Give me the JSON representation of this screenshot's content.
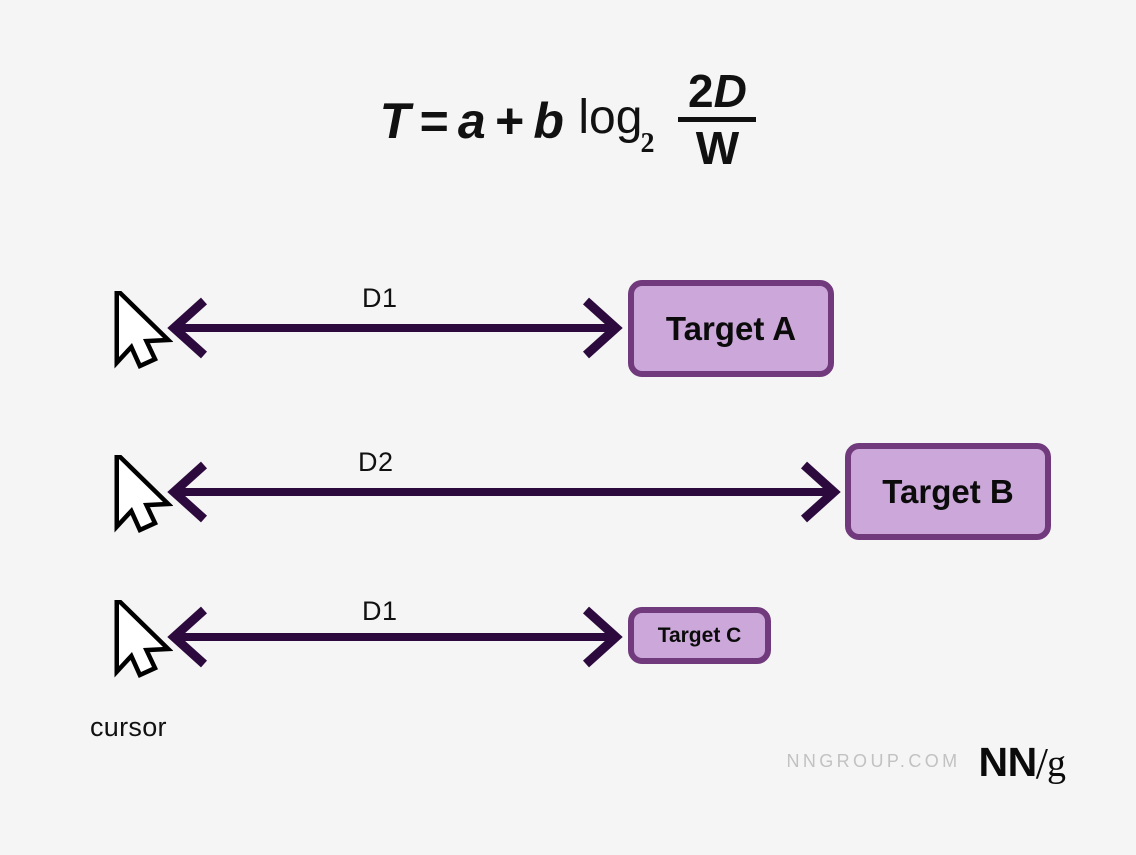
{
  "background_color": "#f5f5f5",
  "formula": {
    "description": "Fitts's Law equation",
    "lhs": "T",
    "equals": "=",
    "a": "a",
    "plus": "+",
    "b": "b",
    "log": "log",
    "log_base": "2",
    "numerator_coefficient": "2",
    "numerator_variable": "D",
    "denominator": "W"
  },
  "rows": [
    {
      "id": "row-a",
      "distance_label": "D1",
      "target_label": "Target A",
      "cursor_label": "cursor"
    },
    {
      "id": "row-b",
      "distance_label": "D2",
      "target_label": "Target B"
    },
    {
      "id": "row-c",
      "distance_label": "D1",
      "target_label": "Target C"
    }
  ],
  "caption": {
    "cursor": "cursor"
  },
  "branding": {
    "url": "NNGROUP.COM",
    "logo_nn": "NN",
    "logo_slash": "/",
    "logo_g": "g"
  },
  "colors": {
    "arrow": "#2d0a3d",
    "target_fill": "#cba7da",
    "target_border": "#713a7c",
    "text": "#111111",
    "brand_url": "#c2c2c2"
  }
}
